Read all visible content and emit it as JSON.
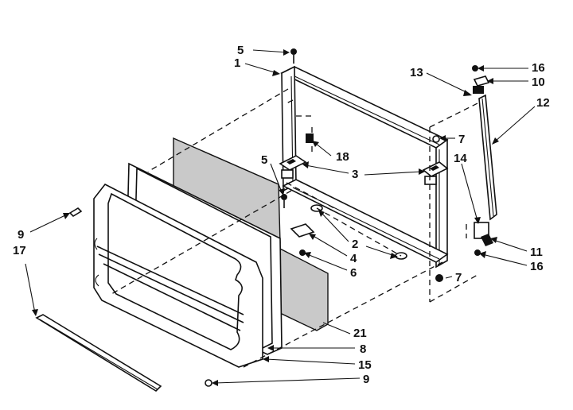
{
  "diagram": {
    "callouts": [
      {
        "id": "c5a",
        "text": "5"
      },
      {
        "id": "c1",
        "text": "1"
      },
      {
        "id": "c13",
        "text": "13"
      },
      {
        "id": "c16a",
        "text": "16"
      },
      {
        "id": "c10",
        "text": "10"
      },
      {
        "id": "c12",
        "text": "12"
      },
      {
        "id": "c7a",
        "text": "7"
      },
      {
        "id": "c18",
        "text": "18"
      },
      {
        "id": "c14",
        "text": "14"
      },
      {
        "id": "c5b",
        "text": "5"
      },
      {
        "id": "c3",
        "text": "3"
      },
      {
        "id": "c2",
        "text": "2"
      },
      {
        "id": "c4",
        "text": "4"
      },
      {
        "id": "c6",
        "text": "6"
      },
      {
        "id": "c7b",
        "text": "7"
      },
      {
        "id": "c11",
        "text": "11"
      },
      {
        "id": "c16b",
        "text": "16"
      },
      {
        "id": "c9a",
        "text": "9"
      },
      {
        "id": "c17",
        "text": "17"
      },
      {
        "id": "c21",
        "text": "21"
      },
      {
        "id": "c8",
        "text": "8"
      },
      {
        "id": "c15",
        "text": "15"
      },
      {
        "id": "c9b",
        "text": "9"
      }
    ]
  }
}
